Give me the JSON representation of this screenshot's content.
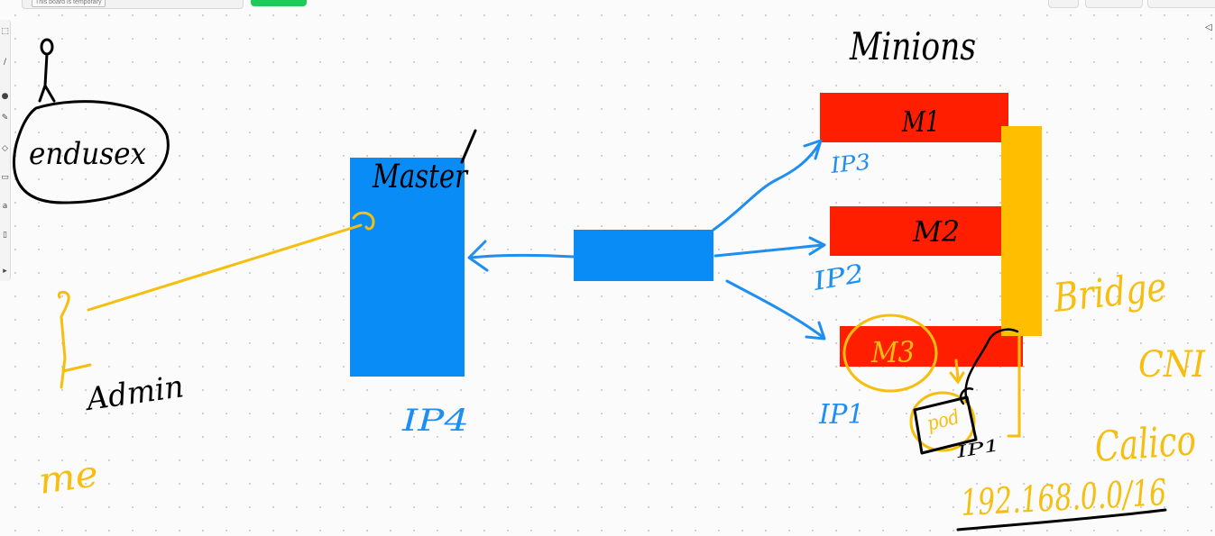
{
  "topbar": {
    "board_notice": "This board is temporary"
  },
  "toolbar": {
    "tools": [
      {
        "icon": "select-icon",
        "glyph": "⬚"
      },
      {
        "icon": "line-icon",
        "glyph": "∕"
      },
      {
        "icon": "color-dot-icon",
        "glyph": "●"
      },
      {
        "icon": "pen-icon",
        "glyph": "✎"
      },
      {
        "icon": "eraser-icon",
        "glyph": "◇"
      },
      {
        "icon": "shape-icon",
        "glyph": "▭"
      },
      {
        "icon": "text-icon",
        "glyph": "a"
      },
      {
        "icon": "sticky-note-icon",
        "glyph": "▯"
      },
      {
        "icon": "more-icon",
        "glyph": "▸"
      }
    ]
  },
  "canvas": {
    "labels": {
      "minions": "Minions",
      "master": "Master",
      "enduser": "endusex",
      "admin": "Admin",
      "me": "me",
      "bridge": "Bridge",
      "cni": "CNI",
      "calico": "Calico",
      "subnet": "192.168.0.0/16",
      "m1": "M1",
      "m2": "M2",
      "m3": "M3",
      "pod": "pod",
      "ip1": "IP1",
      "ip2": "IP2",
      "ip3": "IP3",
      "ip4": "IP4",
      "pod_ip": "IP1"
    },
    "colors": {
      "master_box": "#0a8cf7",
      "lb_box": "#0a8cf7",
      "minion_box": "#ff1e00",
      "bridge_bar": "#ffbf00",
      "ink_black": "#000000",
      "ink_blue": "#1e8ff0",
      "ink_yellow": "#f6be0e"
    }
  }
}
